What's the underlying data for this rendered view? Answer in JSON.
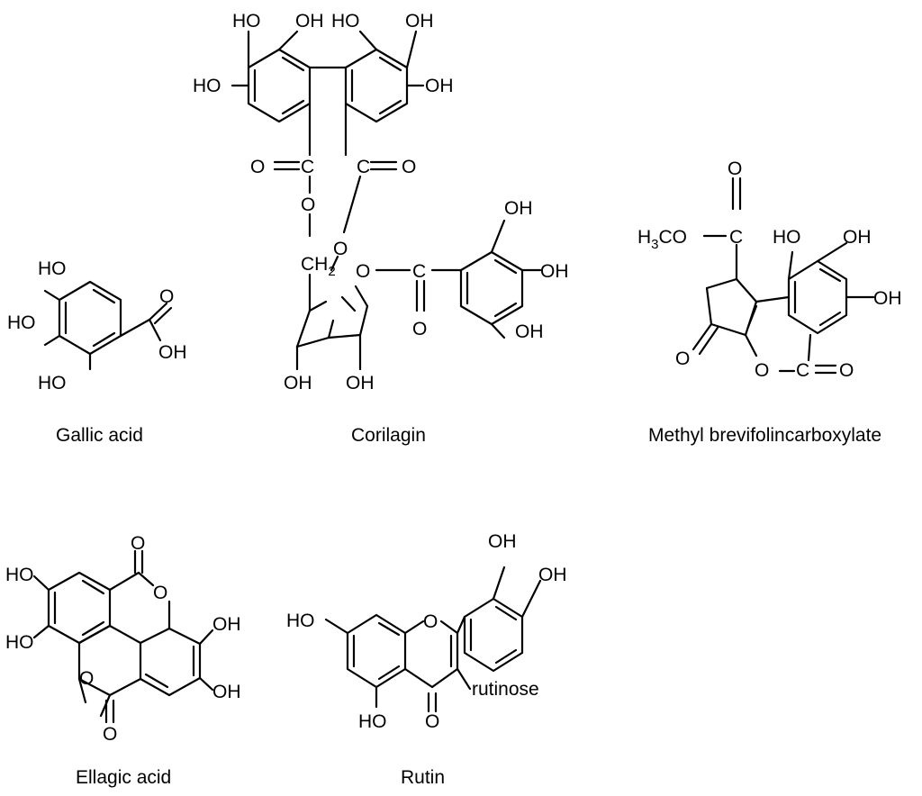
{
  "compounds": {
    "gallic_acid": {
      "name": "Gallic acid",
      "labels": {
        "ho_top": "HO",
        "ho_mid": "HO",
        "ho_bot": "HO",
        "o": "O",
        "oh": "OH"
      }
    },
    "corilagin": {
      "name": "Corilagin",
      "labels": {
        "ho1": "HO",
        "oh1": "OH",
        "ho2": "HO",
        "oh2": "OH",
        "ho_left": "HO",
        "oh_right": "OH",
        "o_ester1": "O",
        "c_ester1": "C",
        "o_link1": "O",
        "c_ester2": "C",
        "o_ester2": "O",
        "o_ring": "O",
        "ch2": "CH",
        "ch2_sub": "2",
        "o_sugar": "O",
        "c_gall": "C",
        "o_gall": "O",
        "oh_g1": "OH",
        "oh_g2": "OH",
        "oh_g3": "OH",
        "oh_s1": "OH",
        "oh_s2": "OH"
      }
    },
    "methyl_brevifolin": {
      "name": "Methyl brevifolincarboxylate",
      "labels": {
        "o_top": "O",
        "c_top": "C",
        "h3co_h": "H",
        "h3co_3": "3",
        "h3co_co": "CO",
        "ho": "HO",
        "oh1": "OH",
        "oh2": "OH",
        "o_ketone": "O",
        "o_lactone": "O",
        "c_lactone": "C",
        "o_carbonyl": "O"
      }
    },
    "ellagic_acid": {
      "name": "Ellagic acid",
      "labels": {
        "o_top": "O",
        "o_ring1": "O",
        "ho1": "HO",
        "ho2": "HO",
        "oh1": "OH",
        "oh2": "OH",
        "o_ring2": "O",
        "o_bot": "O"
      }
    },
    "rutin": {
      "name": "Rutin",
      "labels": {
        "oh_top": "OH",
        "oh_right": "OH",
        "ho_left": "HO",
        "o_ring": "O",
        "rutinose": "rutinose",
        "ho_bot": "HO",
        "o_ketone": "O"
      }
    }
  }
}
